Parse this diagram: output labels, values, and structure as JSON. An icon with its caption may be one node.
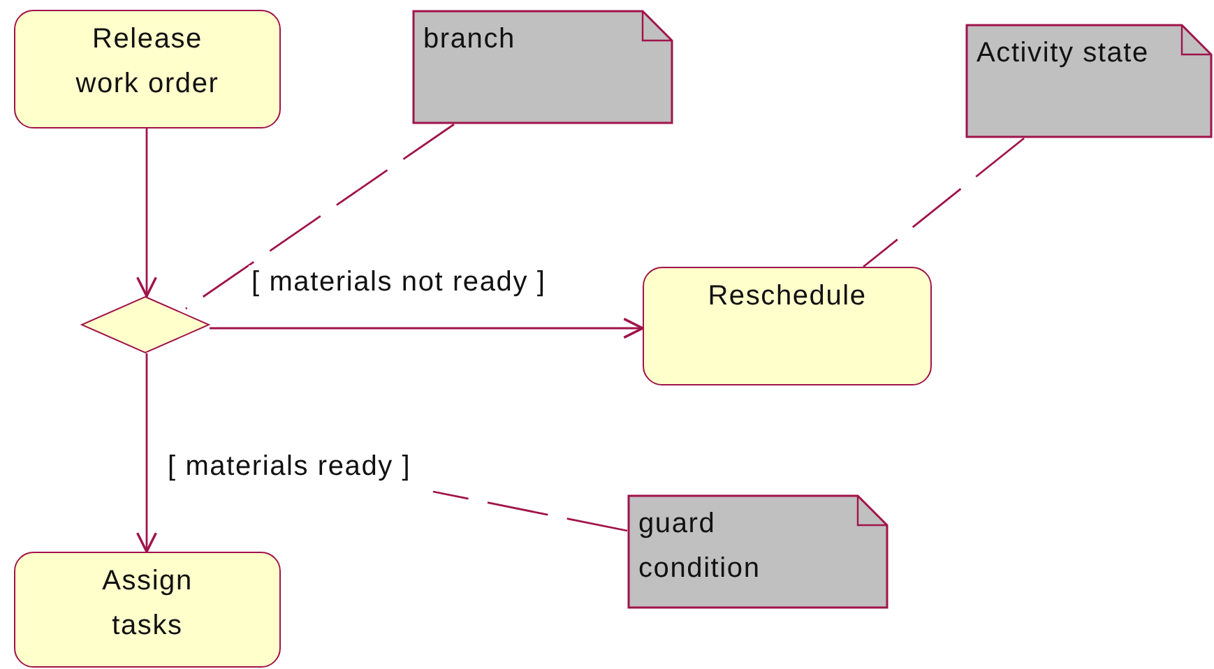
{
  "diagram": {
    "nodes": [
      {
        "text": [
          "Release work order"
        ]
      },
      {
        "text": [],
        "shape": "diamond"
      },
      {
        "text": [
          "Reschedule"
        ]
      },
      {
        "text": [
          "Assign tasks"
        ]
      },
      {
        "text": [
          "branch"
        ]
      },
      {
        "text": [
          "Activity state"
        ]
      },
      {
        "text": [
          "guard condition"
        ]
      }
    ],
    "edges": [
      {
        "from": 0,
        "to": 1,
        "arrow": "to"
      },
      {
        "from": 1,
        "to": 2,
        "arrow": "to",
        "label": "[ materials not ready ]"
      },
      {
        "from": 1,
        "to": 3,
        "arrow": "to",
        "label": "[ materials ready ]"
      },
      {
        "from": 4,
        "to": 1,
        "arrow": "none",
        "style": "dashed"
      },
      {
        "from": 5,
        "to": 2,
        "arrow": "none",
        "style": "dashed"
      },
      {
        "from": 6,
        "to": null,
        "arrow": "none",
        "style": "dashed"
      }
    ]
  }
}
